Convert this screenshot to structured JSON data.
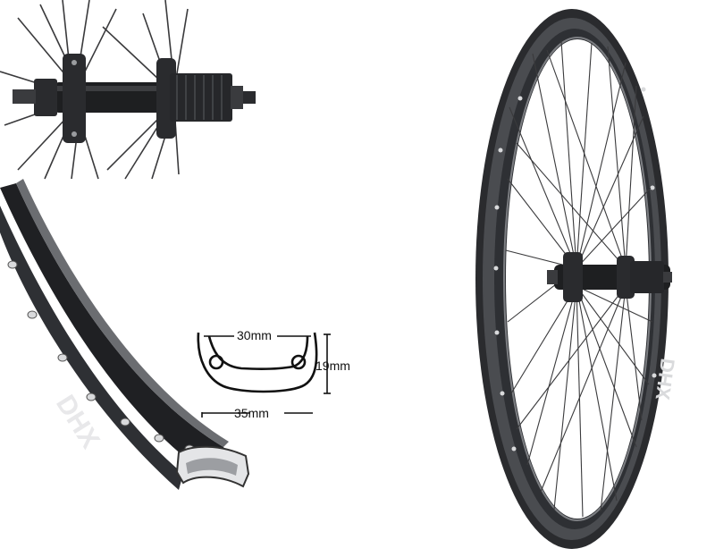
{
  "colors": {
    "rim_dark": "#2a2b2e",
    "rim_mid": "#4a4c50",
    "rim_light": "#d9dadc",
    "spoke": "#3a3a3c",
    "hub": "#1e1f21",
    "diagram_stroke": "#111111",
    "background": "#ffffff"
  },
  "rim_profile": {
    "inner_width": "30mm",
    "outer_width": "35mm",
    "height": "19mm"
  },
  "rim_decal_text": "DHX",
  "icons": [
    "hub-closeup",
    "rim-section",
    "full-wheel",
    "rim-profile-diagram"
  ]
}
